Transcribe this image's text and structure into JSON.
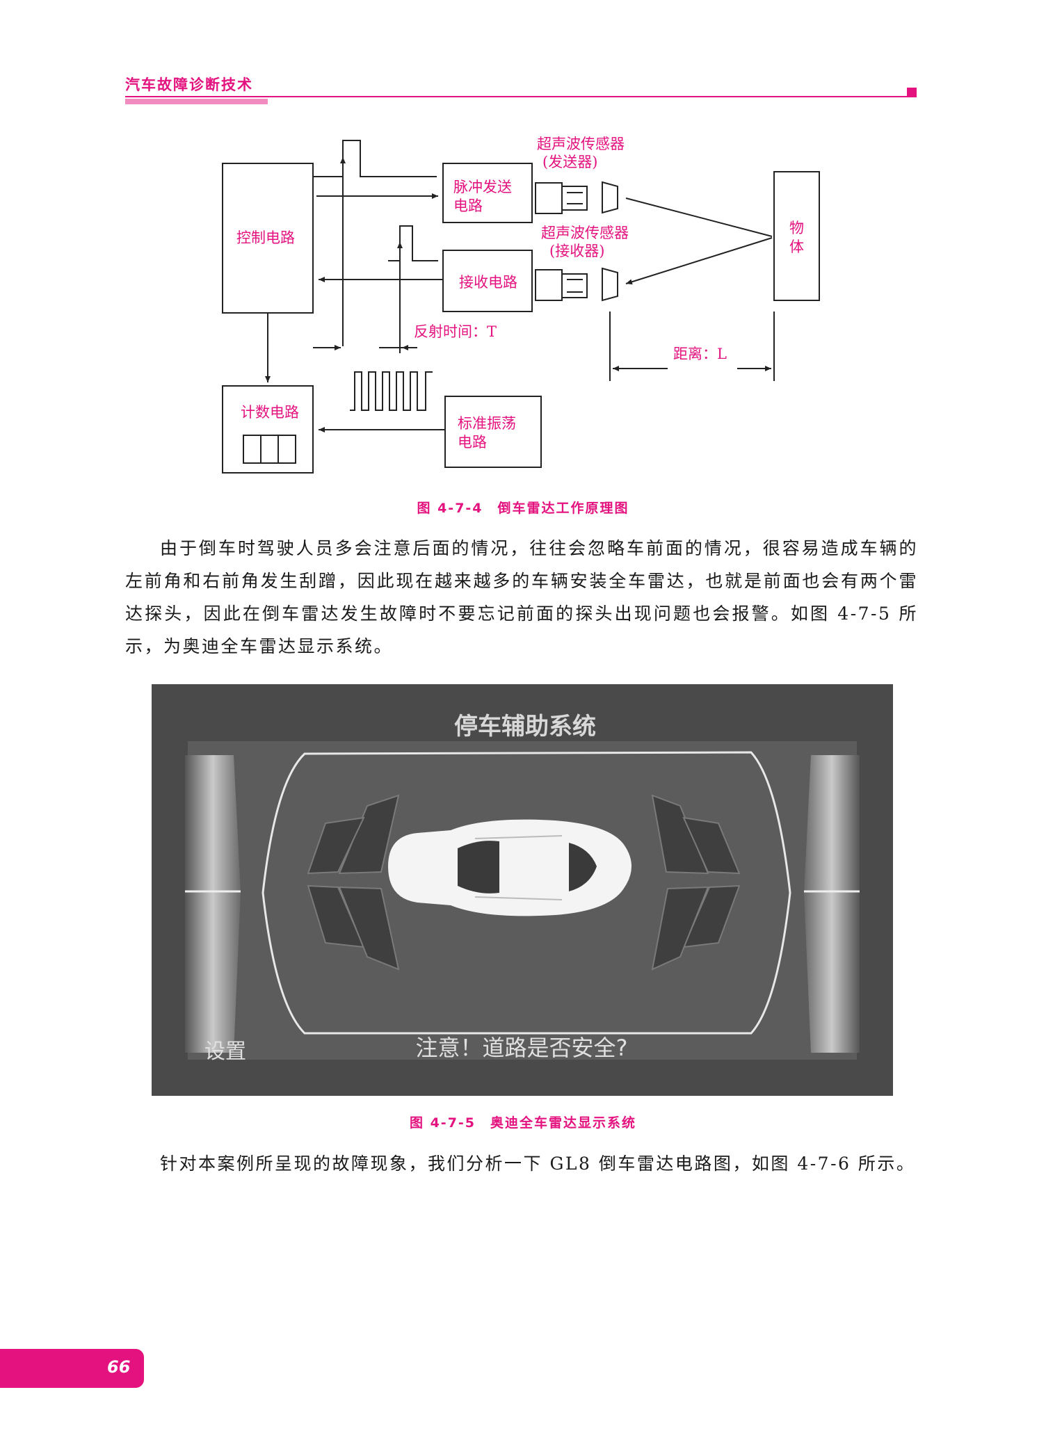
{
  "header": {
    "title": "汽车故障诊断技术"
  },
  "figure1": {
    "caption": "图 4-7-4　倒车雷达工作原理图",
    "labels": {
      "control": "控制电路",
      "pulse_line1": "脉冲发送",
      "pulse_line2": "电路",
      "receive": "接收电路",
      "sensor_tx_line1": "超声波传感器",
      "sensor_tx_line2": "(发送器)",
      "sensor_rx_line1": "超声波传感器",
      "sensor_rx_line2": "(接收器)",
      "object_line1": "物",
      "object_line2": "体",
      "reflect_time": "反射时间：T",
      "distance": "距离：L",
      "counter": "计数电路",
      "osc_line1": "标准振荡",
      "osc_line2": "电路"
    },
    "colors": {
      "label": "#e4127f",
      "lines": "#222222"
    }
  },
  "paragraph1": "由于倒车时驾驶人员多会注意后面的情况，往往会忽略车前面的情况，很容易造成车辆的左前角和右前角发生刮蹭，因此现在越来越多的车辆安装全车雷达，也就是前面也会有两个雷达探头，因此在倒车雷达发生故障时不要忘记前面的探头出现问题也会报警。如图 4-7-5 所示，为奥迪全车雷达显示系统。",
  "figure2": {
    "screen_title": "停车辅助系统",
    "settings": "设置",
    "warning": "注意！道路是否安全?",
    "caption": "图 4-7-5　奥迪全车雷达显示系统"
  },
  "paragraph2": "针对本案例所呈现的故障现象，我们分析一下 GL8 倒车雷达电路图，如图 4-7-6 所示。",
  "page_number": "66",
  "colors": {
    "accent": "#e4127f",
    "accent_light": "#f08cc0"
  }
}
